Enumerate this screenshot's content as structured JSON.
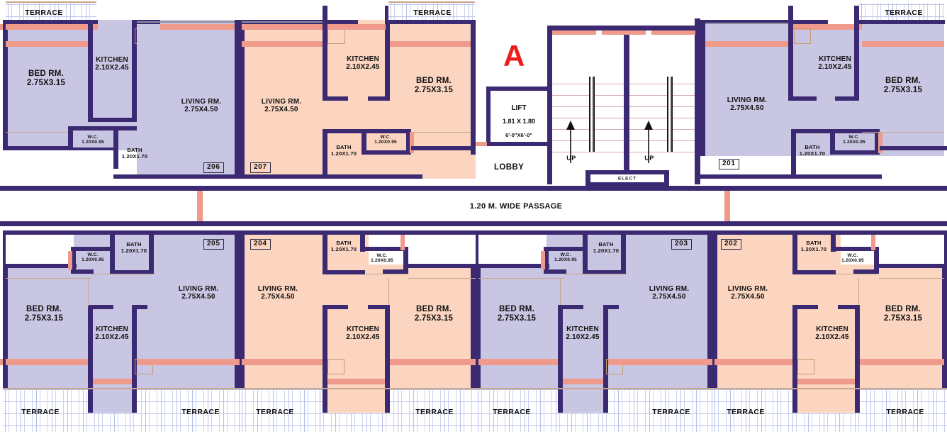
{
  "plan": {
    "wing_label": "A",
    "lobby_label": "LOBBY",
    "passage_label": "1.20 M. WIDE PASSAGE",
    "elect_label": "ELECT",
    "up_label": "UP",
    "lift": {
      "name": "LIFT",
      "dim_metric": "1.81 X 1.80",
      "dim_imperial": "6'-0\"X6'-0\""
    },
    "terrace_label": "TERRACE",
    "colors": {
      "wall": "#3b2a72",
      "beam": "#ef9a8a",
      "fill_lavender": "#c8c6e2",
      "fill_peach": "#fbd5c0",
      "accent_red": "#ef1c1c",
      "tile_grid": "#b9c0e8"
    },
    "rooms": {
      "bed": {
        "name": "BED RM.",
        "dim": "2.75X3.15"
      },
      "living": {
        "name": "LIVING RM.",
        "dim": "2.75X4.50"
      },
      "kitchen": {
        "name": "KITCHEN",
        "dim": "2.10X2.45"
      },
      "bath": {
        "name": "BATH",
        "dim": "1.20X1.70"
      },
      "wc": {
        "name": "W.C.",
        "dim": "1.20X0.95"
      }
    },
    "flats": [
      {
        "number": "206",
        "tone": "lavender"
      },
      {
        "number": "207",
        "tone": "peach"
      },
      {
        "number": "201",
        "tone": "lavender"
      },
      {
        "number": "205",
        "tone": "lavender"
      },
      {
        "number": "204",
        "tone": "peach"
      },
      {
        "number": "203",
        "tone": "lavender"
      },
      {
        "number": "202",
        "tone": "peach"
      }
    ]
  }
}
